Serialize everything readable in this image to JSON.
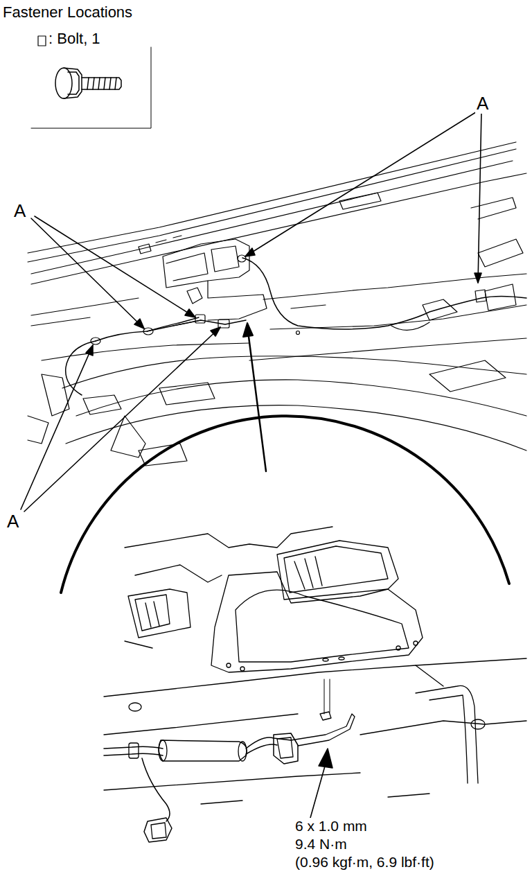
{
  "diagram": {
    "title": "Fastener Locations",
    "labels": [
      "A",
      "A",
      "A",
      "6 x 1.0 mm",
      "9.4 N·m",
      "(0.96 kgf·m, 6.9 lbf·ft)"
    ],
    "legend": [
      {
        "text": ": Bolt, 1"
      }
    ]
  }
}
